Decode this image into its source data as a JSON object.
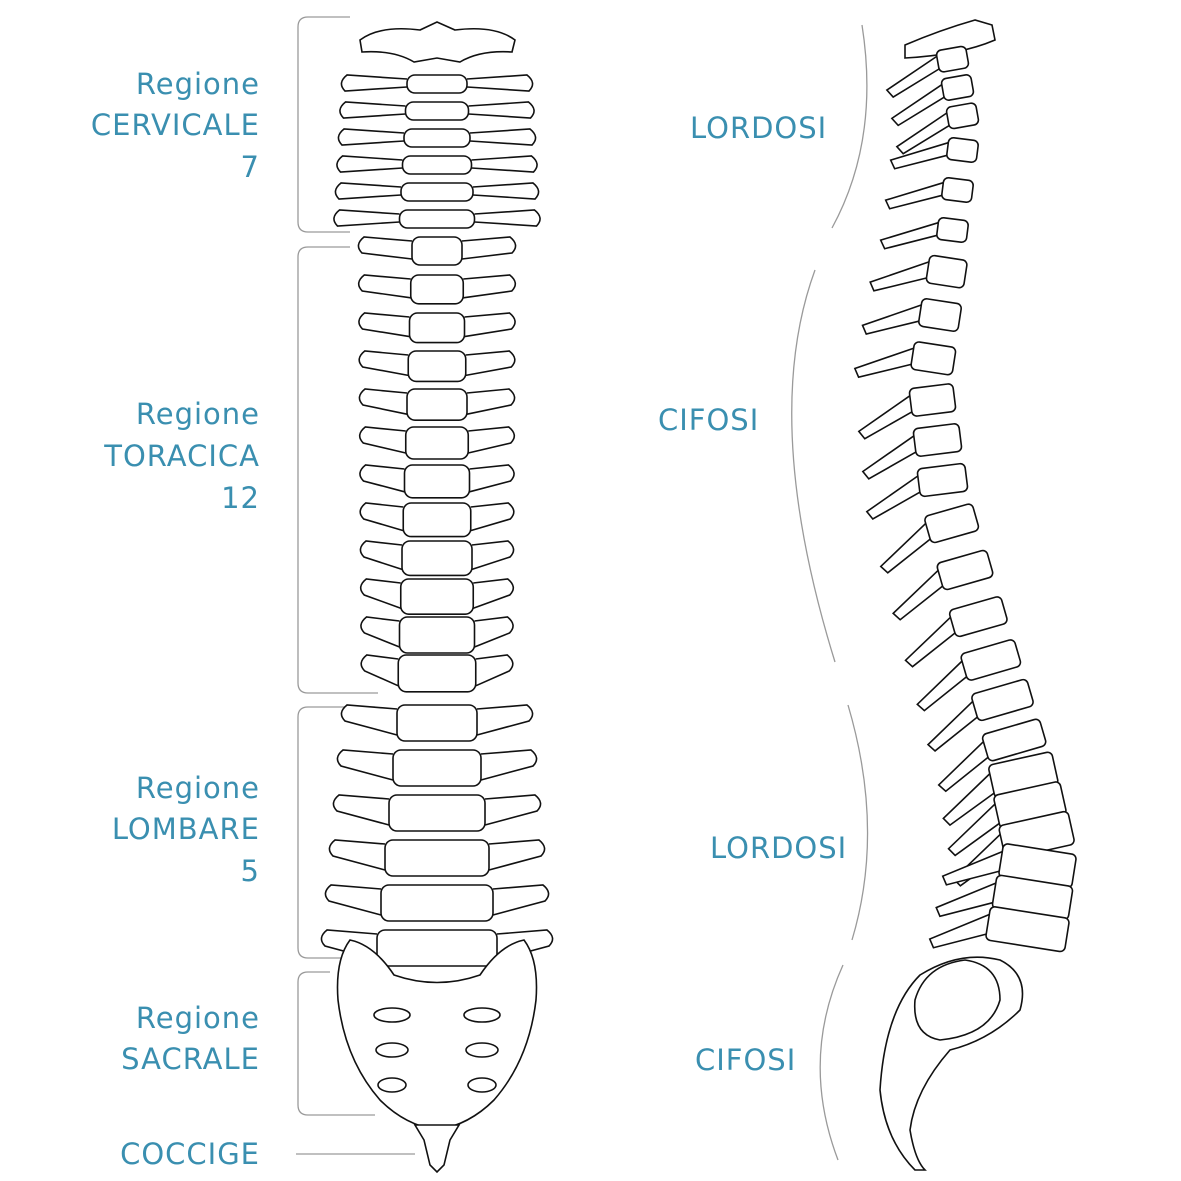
{
  "colors": {
    "label": "#3a8fb0",
    "line": "#111111",
    "guide": "#9a9a9a"
  },
  "regions": [
    {
      "lines": [
        "Regione",
        "CERVICALE",
        "7"
      ]
    },
    {
      "lines": [
        "Regione",
        "TORACICA",
        "12"
      ]
    },
    {
      "lines": [
        "Regione",
        "LOMBARE",
        "5"
      ]
    },
    {
      "lines": [
        "Regione",
        "SACRALE"
      ]
    },
    {
      "lines": [
        "COCCIGE"
      ]
    }
  ],
  "curves": [
    "LORDOSI",
    "CIFOSI",
    "LORDOSI",
    "CIFOSI"
  ]
}
